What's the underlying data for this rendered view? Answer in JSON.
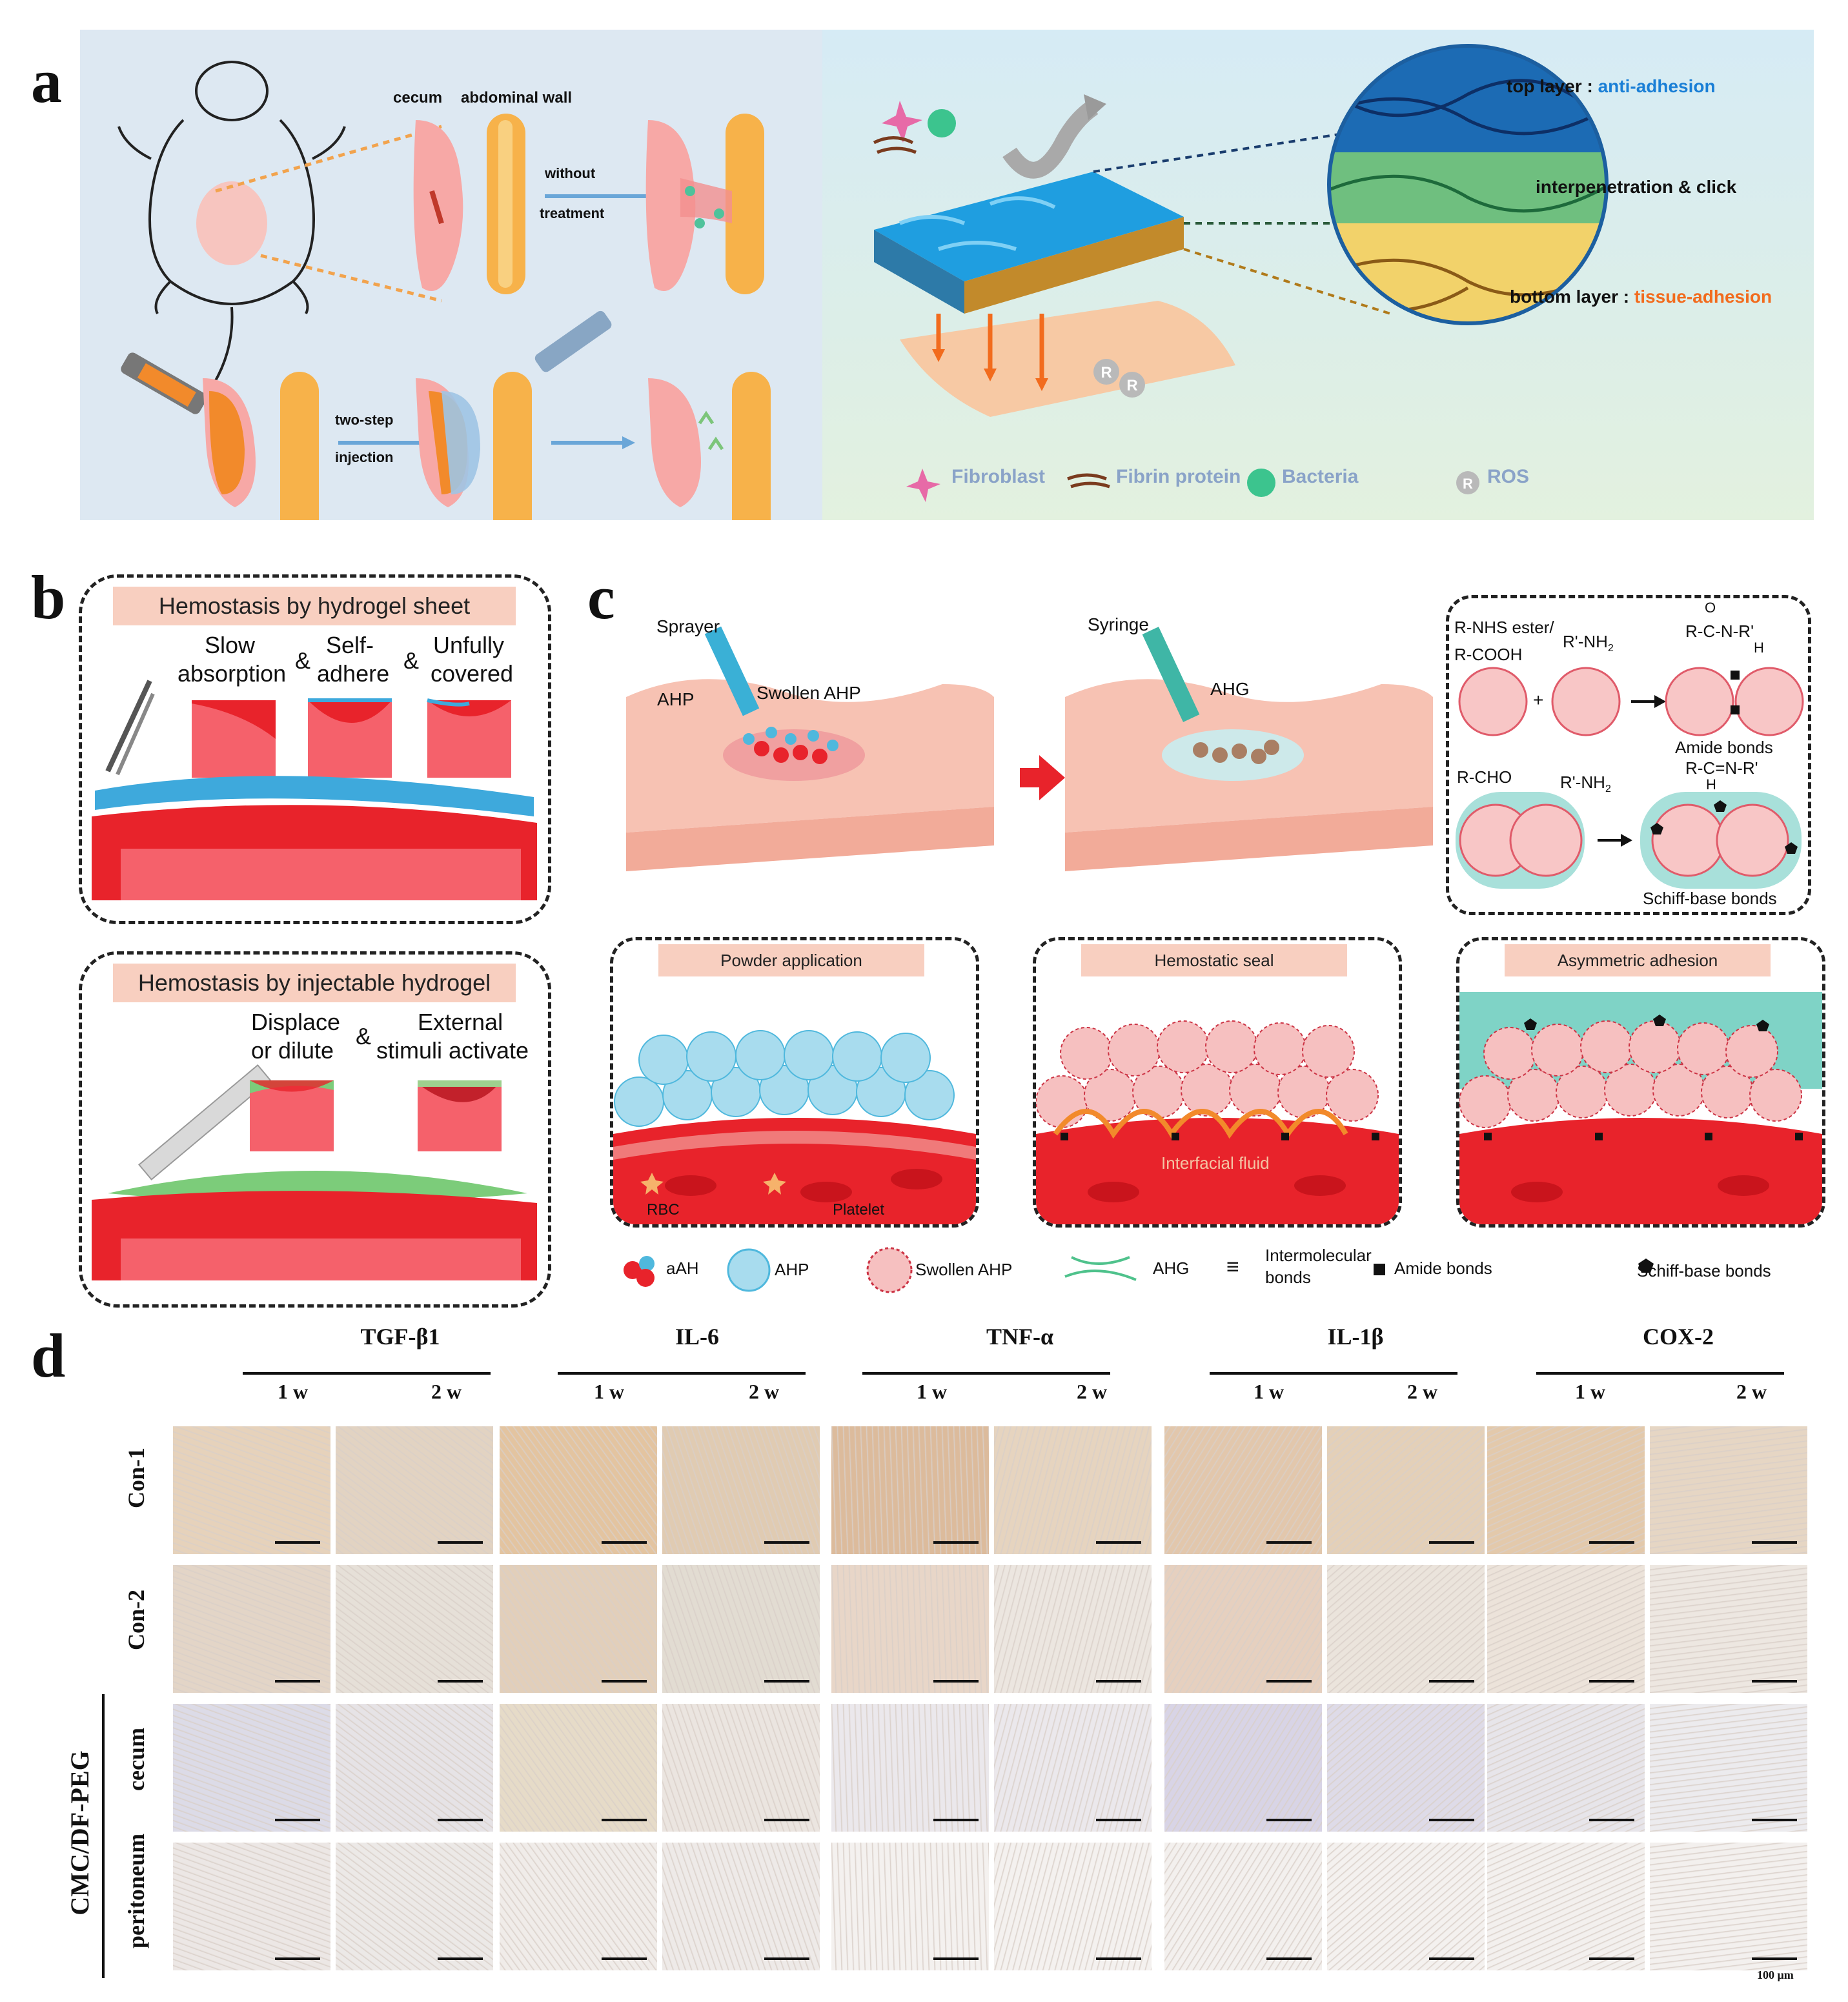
{
  "panels": {
    "a": "a",
    "b": "b",
    "c": "c",
    "d": "d"
  },
  "panel_a": {
    "cecum": "cecum",
    "abdominal_wall": "abdominal wall",
    "without": "without",
    "treatment": "treatment",
    "two_step": "two-step",
    "injection": "injection",
    "top_layer_prefix": "top layer : ",
    "top_layer_value": "anti-adhesion",
    "interpenetration": "interpenetration & click",
    "bottom_layer_prefix": "bottom layer : ",
    "bottom_layer_value": "tissue-adhesion",
    "ros_badge": "R",
    "legend": [
      "Fibroblast",
      "Fibrin protein",
      "Bacteria",
      "ROS"
    ],
    "colors": {
      "anti_adhesion": "#1a7fd6",
      "tissue_adhesion": "#f26b1d",
      "legend_text": "#8aa3c8",
      "left_bg": "#dde8f2",
      "right_bg_top": "#d9ecf4",
      "right_bg_bottom": "#e0efe0"
    }
  },
  "panel_b": {
    "sheet_title": "Hemostasis by hydrogel sheet",
    "slow": "Slow",
    "absorption": "absorption",
    "self": "Self-",
    "adhere": "adhere",
    "unfully": "Unfully",
    "covered": "covered",
    "amp": "&",
    "inject_title": "Hemostasis by injectable hydrogel",
    "displace": "Displace",
    "or_dilute": "or dilute",
    "external": "External",
    "stimuli": "stimuli activate",
    "colors": {
      "blood": "#e8232b",
      "tissue": "#f5616b",
      "sheet": "#3ea9dc",
      "gel": "#7ccc7a",
      "label_bg": "#f8cfc0"
    }
  },
  "panel_c": {
    "sprayer": "Sprayer",
    "ahp": "AHP",
    "swollen_ahp": "Swollen AHP",
    "syringe": "Syringe",
    "ahg": "AHG",
    "nhs": "R-NHS ester/",
    "cooh": "R-COOH",
    "rnh2": "R'-NH",
    "sub2": "2",
    "plus": "+",
    "o": "O",
    "amide_formula": "R-C-N-R'",
    "h": "H",
    "amide_bonds_label": "Amide bonds",
    "rcho": "R-CHO",
    "schiff_formula": "R-C=N-R'",
    "schiff_bonds_label": "Schiff-base bonds",
    "box_powder": "Powder application",
    "box_seal": "Hemostatic seal",
    "box_asym": "Asymmetric adhesion",
    "rbc": "RBC",
    "platelet": "Platelet",
    "interfacial": "Interfacial fluid",
    "legend": [
      "aAH",
      "AHP",
      "Swollen AHP",
      "AHG",
      "Intermolecular",
      "bonds",
      "Amide bonds",
      "Schiff-base bonds"
    ],
    "equiv": "≡"
  },
  "panel_d": {
    "markers": [
      "TGF-β1",
      "IL-6",
      "TNF-α",
      "IL-1β",
      "COX-2"
    ],
    "weeks": [
      "1 w",
      "2 w"
    ],
    "rows": [
      "Con-1",
      "Con-2",
      "cecum",
      "peritoneum"
    ],
    "group_label": "CMC/DF-PEG",
    "scale_label": "100 μm"
  }
}
